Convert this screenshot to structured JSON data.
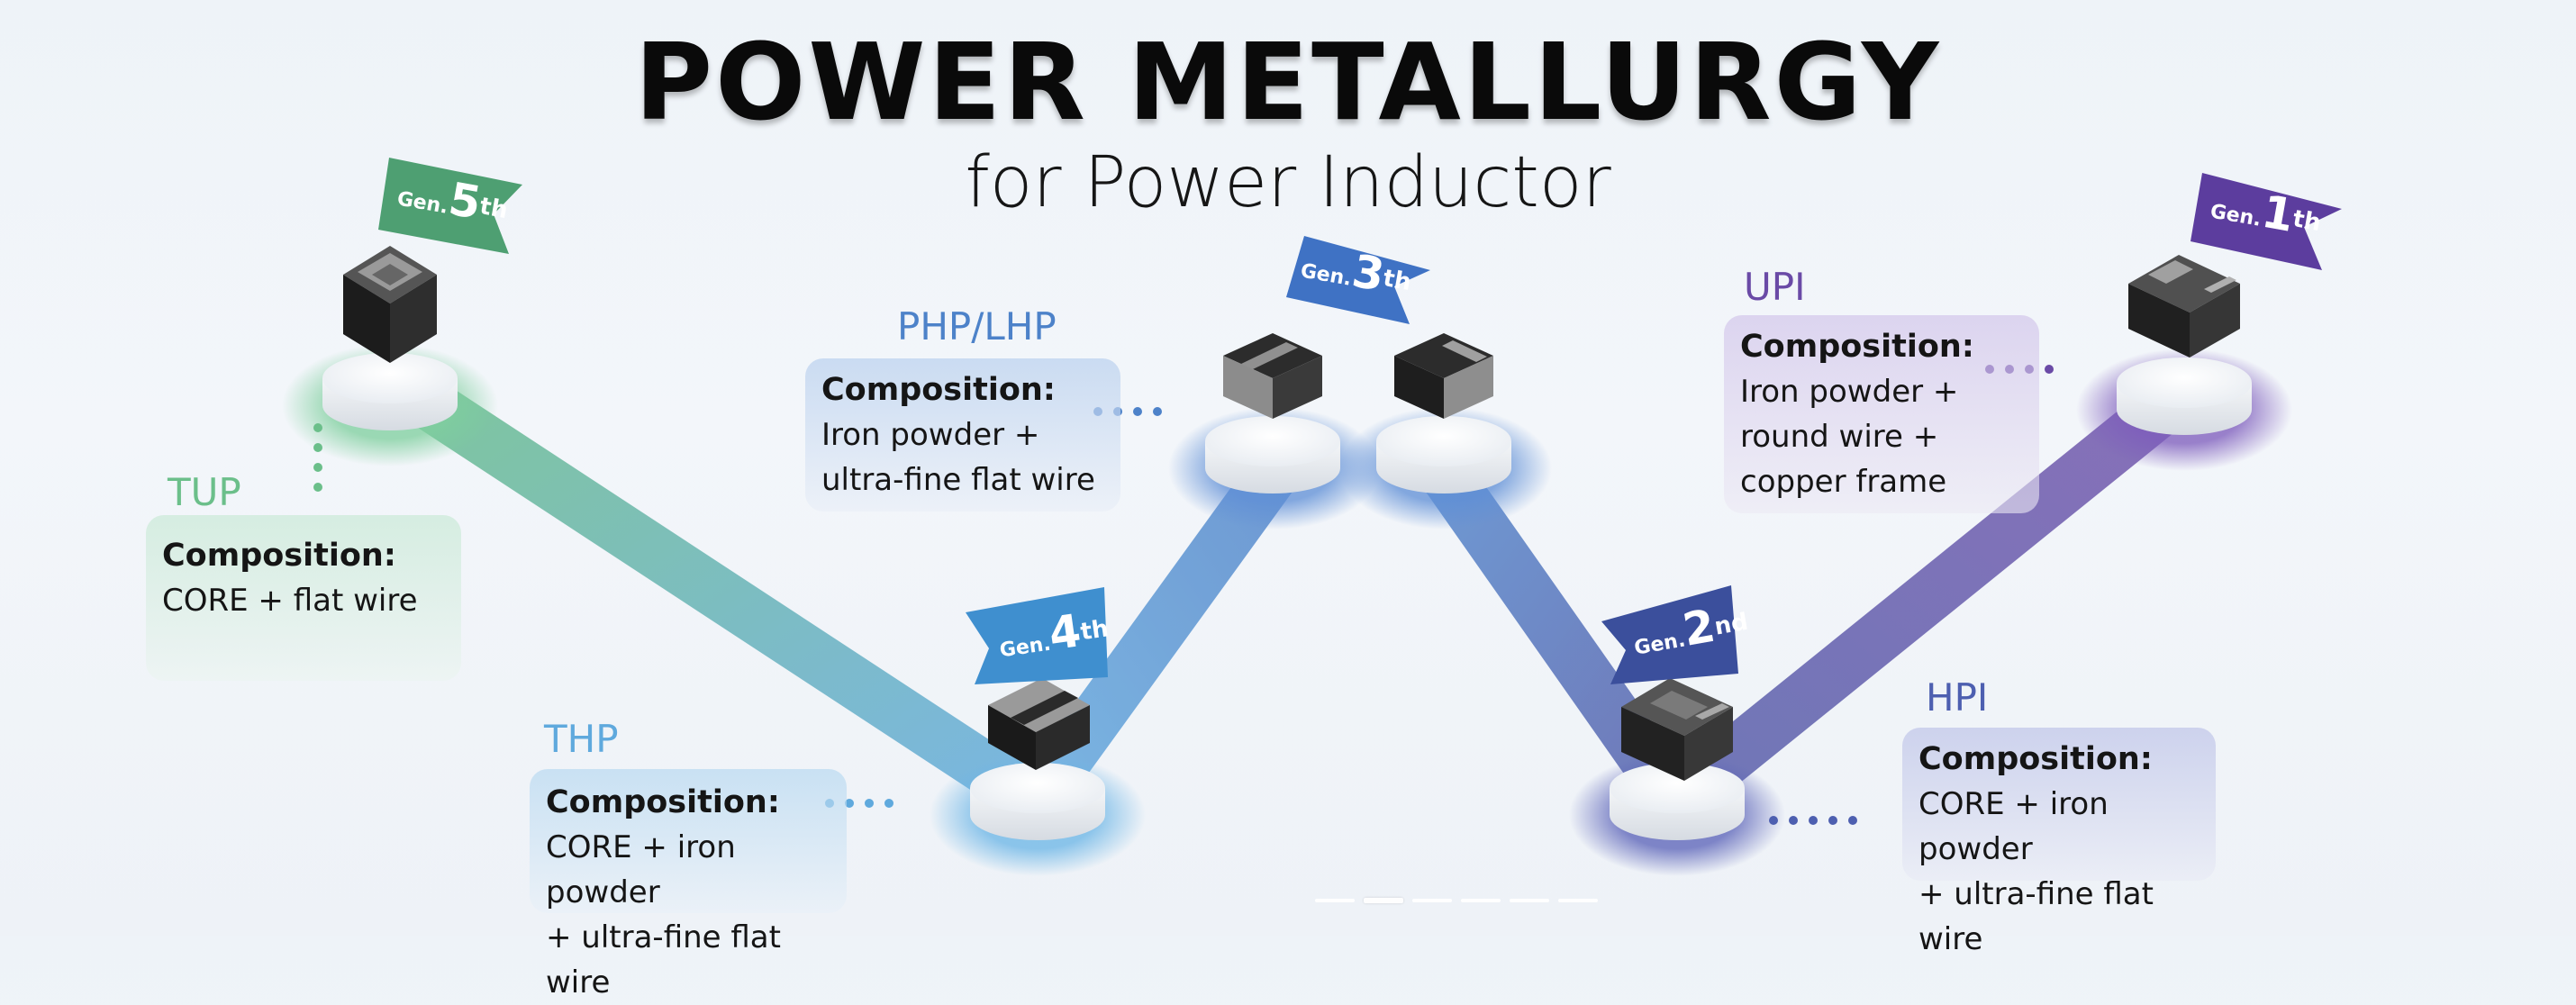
{
  "title": "POWER METALLURGY",
  "subtitle": "for Power Inductor",
  "colors": {
    "green": "#5fb882",
    "light_blue": "#5aa5dc",
    "blue": "#4a7fc8",
    "indigo": "#4b55a6",
    "purple": "#6a4aa6"
  },
  "generations": [
    {
      "id": "gen5",
      "prefix": "Gen.",
      "number": "5",
      "suffix": "th",
      "color": "#4e9f72"
    },
    {
      "id": "gen4",
      "prefix": "Gen.",
      "number": "4",
      "suffix": "th",
      "color": "#3f8fcf"
    },
    {
      "id": "gen3",
      "prefix": "Gen.",
      "number": "3",
      "suffix": "th",
      "color": "#3f72c4"
    },
    {
      "id": "gen2",
      "prefix": "Gen.",
      "number": "2",
      "suffix": "nd",
      "color": "#3b4f9c"
    },
    {
      "id": "gen1",
      "prefix": "Gen.",
      "number": "1",
      "suffix": "th",
      "color": "#5c3d9e"
    }
  ],
  "products": {
    "tup": {
      "name": "TUP",
      "heading": "Composition:",
      "body": "CORE + flat wire"
    },
    "thp": {
      "name": "THP",
      "heading": "Composition:",
      "body": "CORE + iron powder\n+ ultra-fine flat wire"
    },
    "php": {
      "name": "PHP/LHP",
      "heading": "Composition:",
      "body": "Iron powder +\nultra-fine flat wire"
    },
    "upi": {
      "name": "UPI",
      "heading": "Composition:",
      "body": "Iron powder +\nround wire +\ncopper frame"
    },
    "hpi": {
      "name": "HPI",
      "heading": "Composition:",
      "body": "CORE + iron powder\n+ ultra-fine flat wire"
    }
  },
  "pager": {
    "count": 6,
    "active_index": 1
  }
}
